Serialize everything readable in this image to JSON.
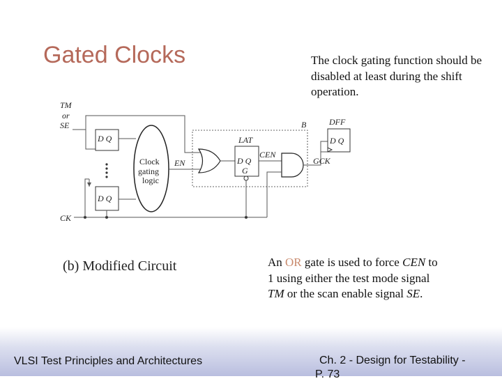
{
  "slide": {
    "title": "Gated Clocks",
    "note": "The clock gating function should be disabled at least during the shift operation.",
    "caption": "(b) Modified Circuit",
    "explain": {
      "p1": "An ",
      "or_word": "OR",
      "p2": " gate is used to force ",
      "cen": "CEN",
      "p3": " to 1 using either the test mode signal ",
      "tm": "TM",
      "p4": " or the scan enable signal ",
      "se": "SE",
      "p5": "."
    },
    "footer_left": "VLSI Test Principles and Architectures",
    "footer_right": "Ch. 2 - Design for Testability -",
    "footer_right_cont": "P. 73"
  },
  "diagram": {
    "tm_label": "TM",
    "or_label": "or",
    "se_label": "SE",
    "dq_label": "D  Q",
    "clock_gating_l1": "Clock",
    "clock_gating_l2": "gating",
    "clock_gating_l3": "logic",
    "en_label": "EN",
    "lat_label": "LAT",
    "latch_dq": "D  Q",
    "latch_g": "G",
    "cen_label": "CEN",
    "b_label": "B",
    "dff_label": "DFF",
    "dff_dq": "D  Q",
    "gck_label": "GCK",
    "ck_label": "CK"
  }
}
